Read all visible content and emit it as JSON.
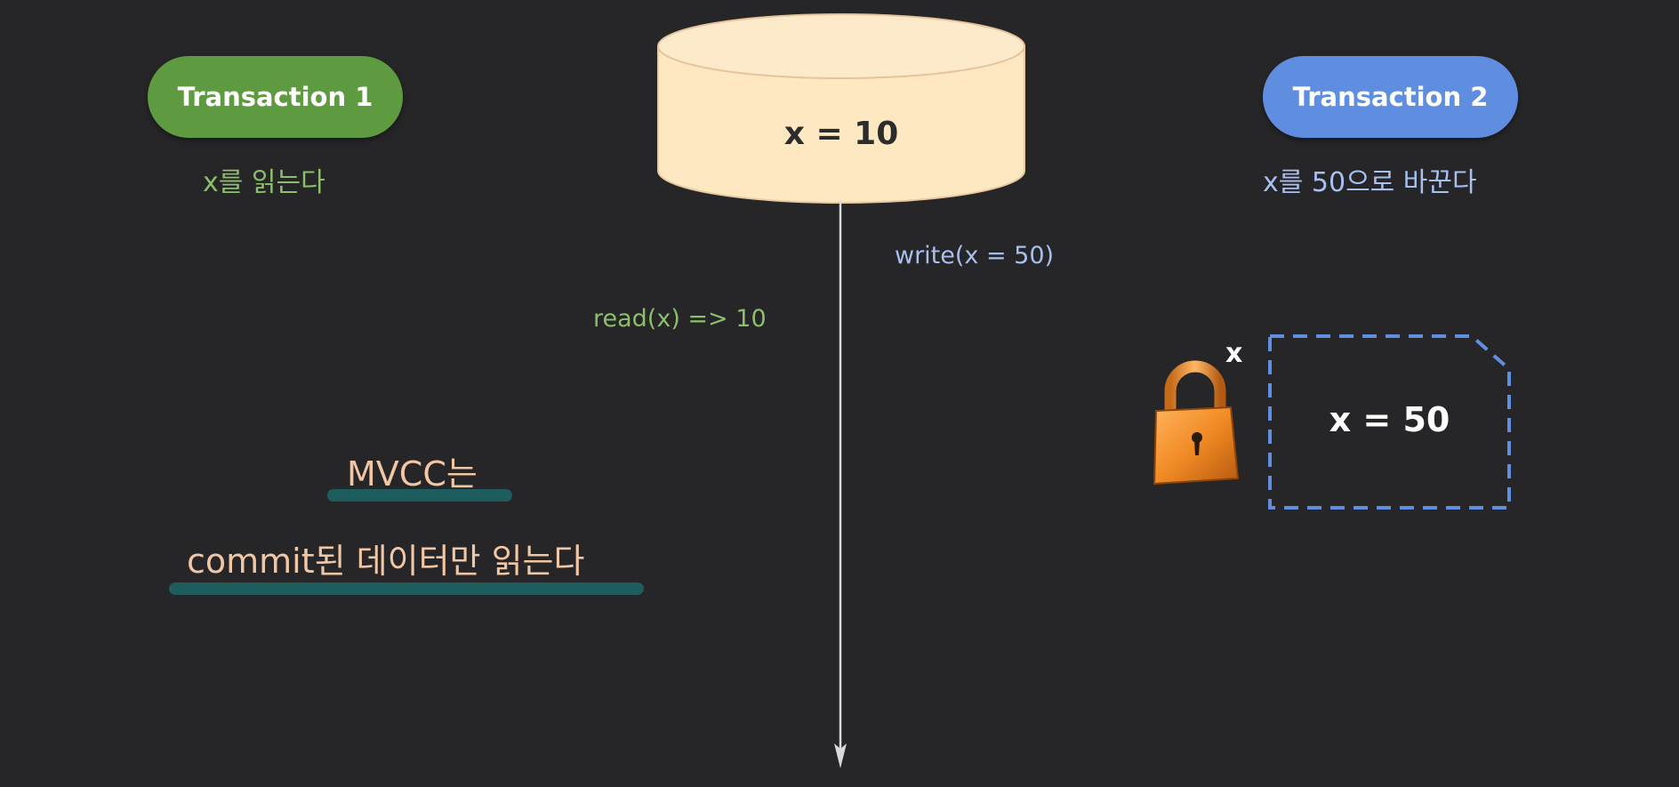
{
  "transaction1": {
    "label": "Transaction 1",
    "action": "x를 읽는다",
    "color": "#5e9a3f"
  },
  "transaction2": {
    "label": "Transaction 2",
    "action": "x를 50으로 바꾼다",
    "color": "#5f8ee0"
  },
  "database": {
    "value_label": "x = 10",
    "color": "#fde8c2"
  },
  "operations": {
    "write": "write(x = 50)",
    "read": "read(x) => 10"
  },
  "lock": {
    "target_label": "x",
    "icon": "padlock-icon"
  },
  "pending_version": {
    "value_label": "x = 50"
  },
  "note": {
    "line1": "MVCC는",
    "line2": "commit된 데이터만 읽는다",
    "text_color": "#f1c6a4",
    "underline_color": "#1f5c5e"
  }
}
